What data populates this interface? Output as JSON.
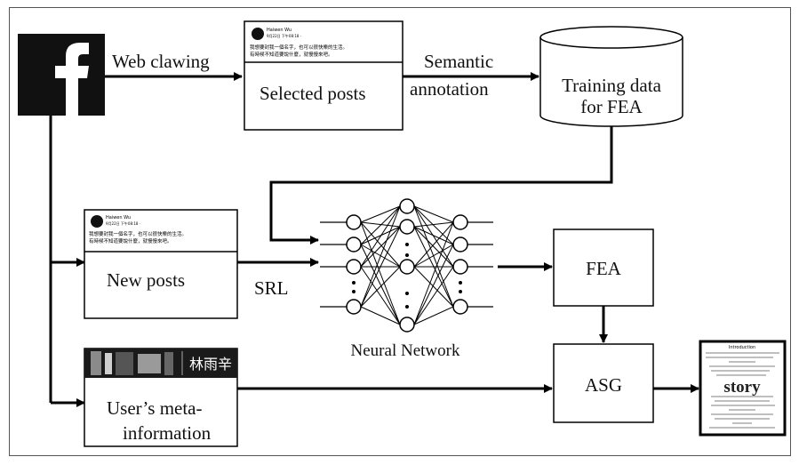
{
  "flow": {
    "web_crawling": "Web clawing",
    "semantic": "Semantic",
    "annotation": "annotation",
    "srl": "SRL",
    "neural_network": "Neural Network"
  },
  "boxes": {
    "selected_posts": "Selected posts",
    "training_data_line1": "Training data",
    "training_data_line2": "for FEA",
    "new_posts": "New posts",
    "fea": "FEA",
    "asg": "ASG",
    "user_meta_line1": "User’s meta-",
    "user_meta_line2": "information"
  },
  "post_snippet": {
    "author": "Haiwen Wu",
    "date": "9月22日 下午08:18 ·",
    "line1": "我想要封我一個名字，也可以很快樂的生活。",
    "line2": "有時候不知道要說什麼，就慢慢來吧。"
  },
  "meta_banner_name": "林雨辛",
  "story_doc": {
    "title": "story",
    "heading": "Introduction"
  },
  "colors": {
    "line": "#000000",
    "facebook_bg": "#111111",
    "facebook_f": "#ffffff",
    "frame": "#555555"
  },
  "icons": {
    "facebook": "facebook-icon"
  }
}
